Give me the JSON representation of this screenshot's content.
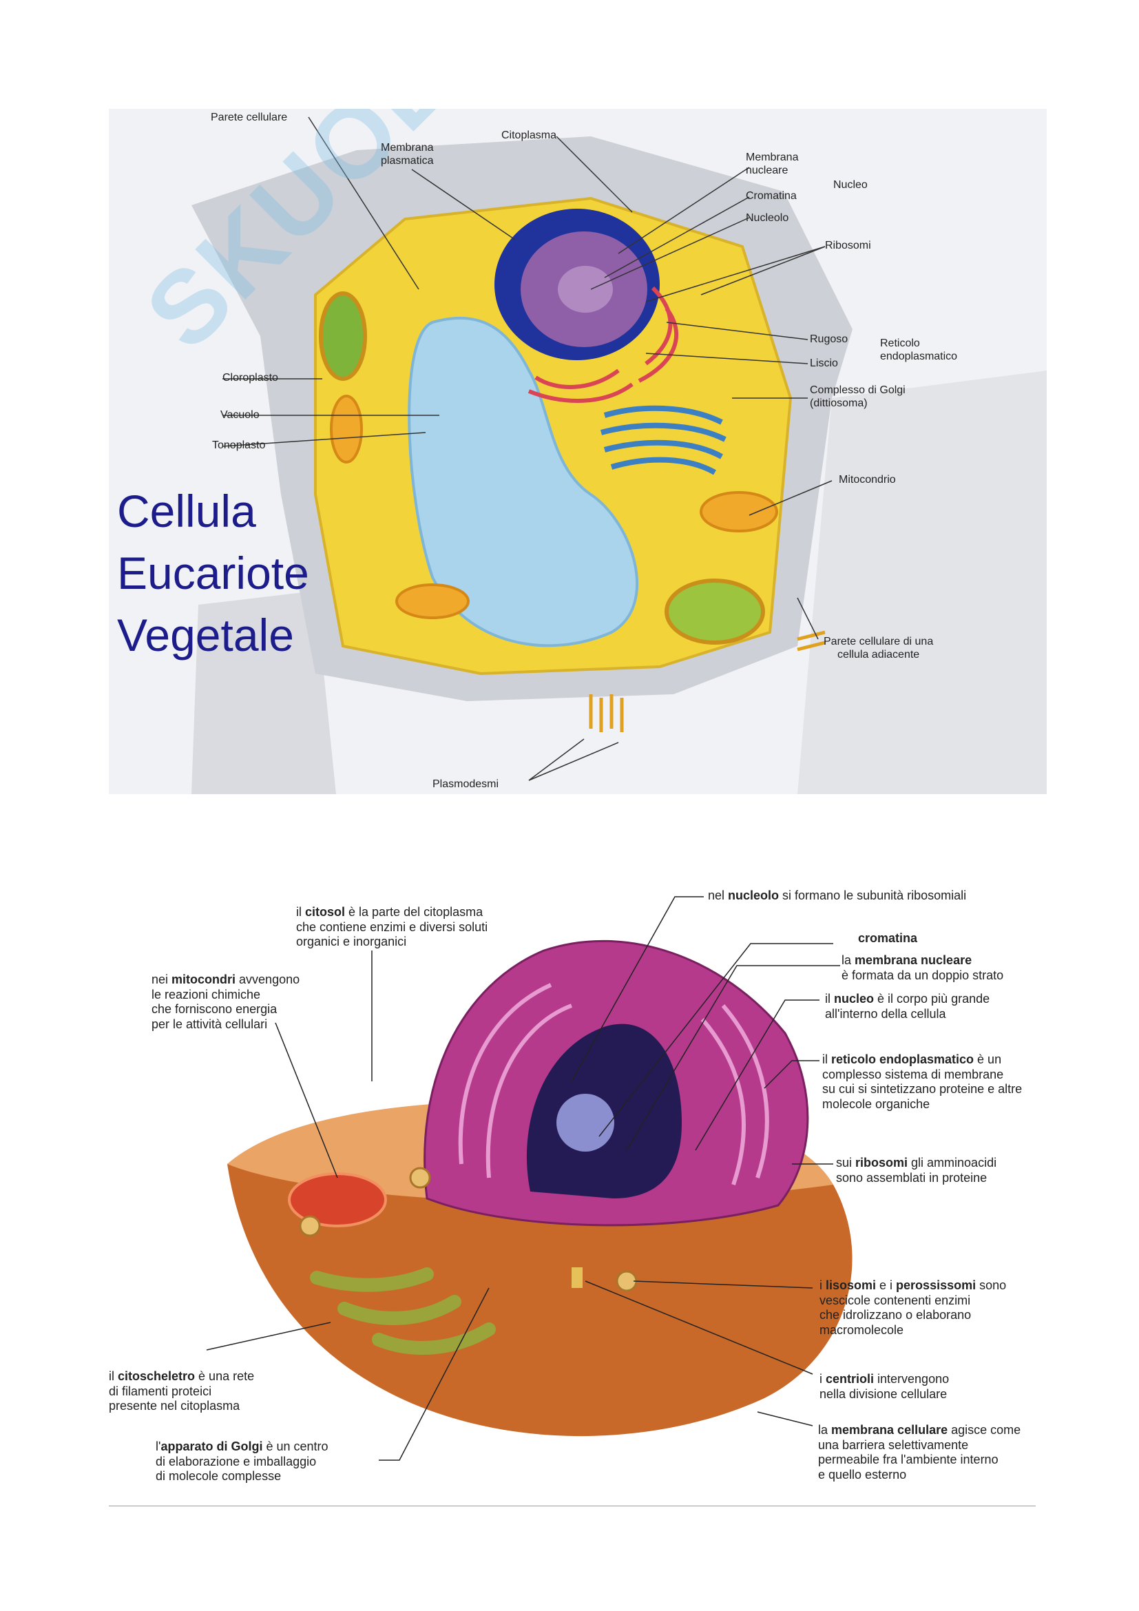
{
  "plant": {
    "title": "Cellula\nEucariote\nVegetale",
    "watermark": "SKUOLA.net",
    "labels": {
      "cell_wall": "Parete cellulare",
      "plasma_membrane": "Membrana\nplasmatica",
      "cytoplasm": "Citoplasma",
      "nuclear_membrane": "Membrana\nnucleare",
      "chromatin": "Cromatina",
      "nucleolus": "Nucleolo",
      "nucleus": "Nucleo",
      "ribosomes": "Ribosomi",
      "rough": "Rugoso",
      "smooth": "Liscio",
      "er": "Reticolo\nendoplasmatico",
      "golgi": "Complesso di Golgi\n(dittiosoma)",
      "chloroplast": "Cloroplasto",
      "vacuole": "Vacuolo",
      "tonoplast": "Tonoplasto",
      "mitochondrion": "Mitocondrio",
      "adjacent_wall": "Parete cellulare di una\ncellula adiacente",
      "plasmodesmata": "Plasmodesmi"
    },
    "colors": {
      "cytoplasm": "#f5d547",
      "vacuole": "#aed8ee",
      "nucleus": "#1f3fa0",
      "title": "#1c1c8a"
    }
  },
  "animal": {
    "labels": {
      "nucleolus": {
        "pre": "nel ",
        "b": "nucleolo",
        "post": " si formano le subunità ribosomiali"
      },
      "cytosol": {
        "pre": "il ",
        "b": "citosol",
        "post": " è la parte del citoplasma\nche contiene enzimi e diversi soluti\norganici e inorganici"
      },
      "chromatin": {
        "pre": "",
        "b": "cromatina",
        "post": ""
      },
      "nuclear_membrane": {
        "pre": "la ",
        "b": "membrana nucleare",
        "post": "\nè formata da un doppio strato"
      },
      "mitochondria": {
        "pre": "nei ",
        "b": "mitocondri",
        "post": " avvengono\nle reazioni chimiche\nche forniscono energia\nper le attività cellulari"
      },
      "nucleus": {
        "pre": "il ",
        "b": "nucleo",
        "post": " è il corpo più grande\nall'interno della cellula"
      },
      "er": {
        "pre": "il ",
        "b": "reticolo endoplasmatico",
        "post": " è un\ncomplesso sistema di membrane\nsu cui si sintetizzano proteine e altre\nmolecole organiche"
      },
      "ribosomes": {
        "pre": "sui ",
        "b": "ribosomi",
        "post": " gli amminoacidi\nsono assemblati in proteine"
      },
      "lysosomes": {
        "pre": "i ",
        "b": "lisosomi",
        "mid": " e i ",
        "b2": "perossissomi",
        "post": " sono\nvescicole contenenti enzimi\nche idrolizzano o elaborano\nmacromolecole"
      },
      "cytoskeleton": {
        "pre": "il ",
        "b": "citoscheletro",
        "post": " è una rete\ndi filamenti proteici\npresente nel citoplasma"
      },
      "centrioles": {
        "pre": "i ",
        "b": "centrioli",
        "post": " intervengono\nnella divisione cellulare"
      },
      "golgi": {
        "pre": "l'",
        "b": "apparato di Golgi",
        "post": " è un centro\ndi elaborazione e imballaggio\ndi molecole complesse"
      },
      "cell_membrane": {
        "pre": "la ",
        "b": "membrana cellulare",
        "post": " agisce come\nuna barriera selettivamente\npermeabile fra l'ambiente interno\ne quello esterno"
      }
    },
    "colors": {
      "cell": "#c96a2c",
      "er": "#b8328a",
      "nucleus": "#2a2260",
      "golgi": "#9aa43a",
      "mito": "#d0432a"
    }
  }
}
